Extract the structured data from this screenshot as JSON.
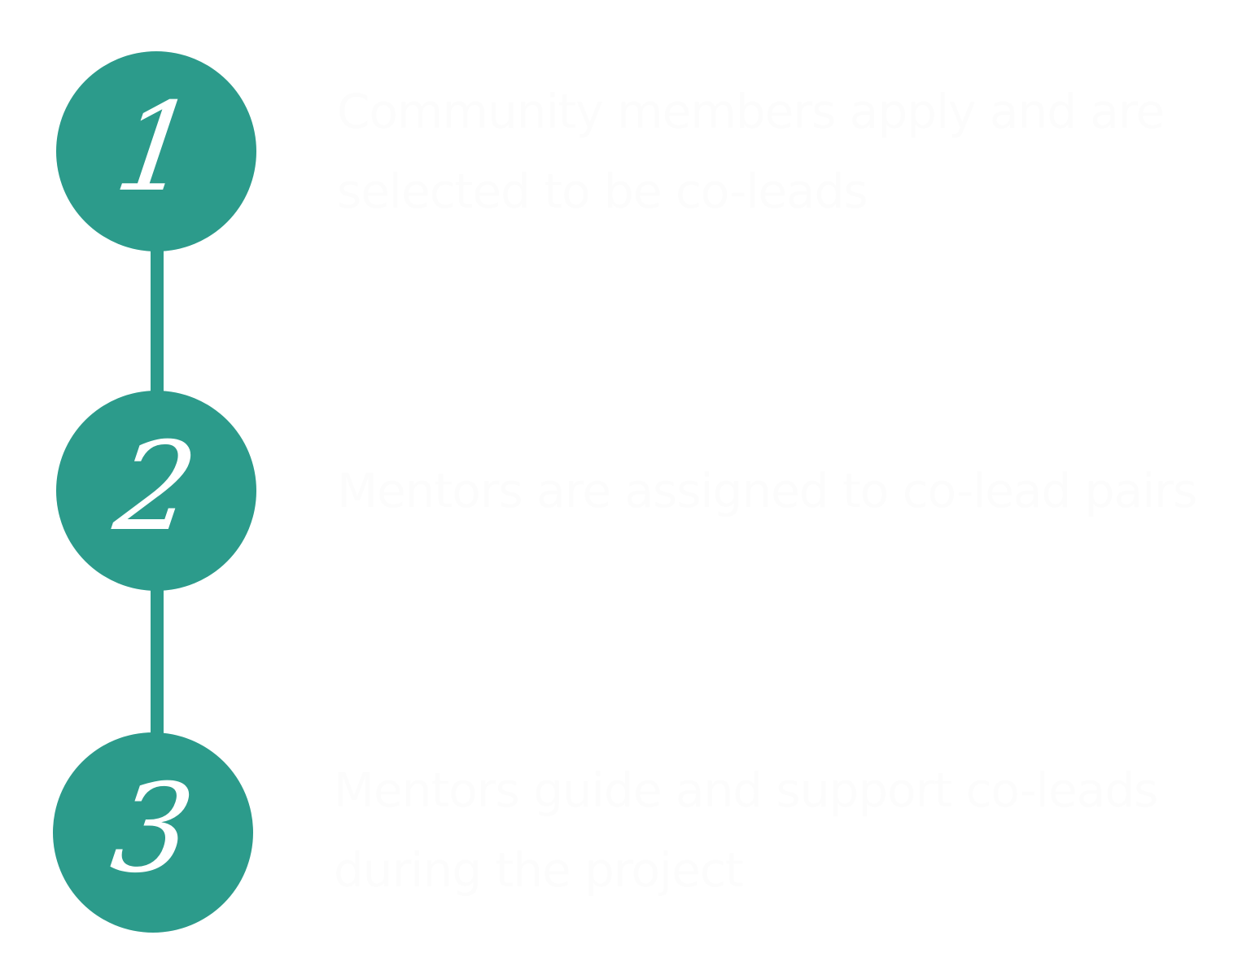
{
  "steps": [
    {
      "number": "1",
      "text": "Community members apply and are selected to be co-leads"
    },
    {
      "number": "2",
      "text": "Mentors are assigned to co-lead pairs"
    },
    {
      "number": "3",
      "text": "Mentors guide and support co-leads during the project"
    }
  ],
  "colors": {
    "accent": "#2c9b8b",
    "number_text": "#ffffff",
    "step_text": "#fcfcfc"
  }
}
